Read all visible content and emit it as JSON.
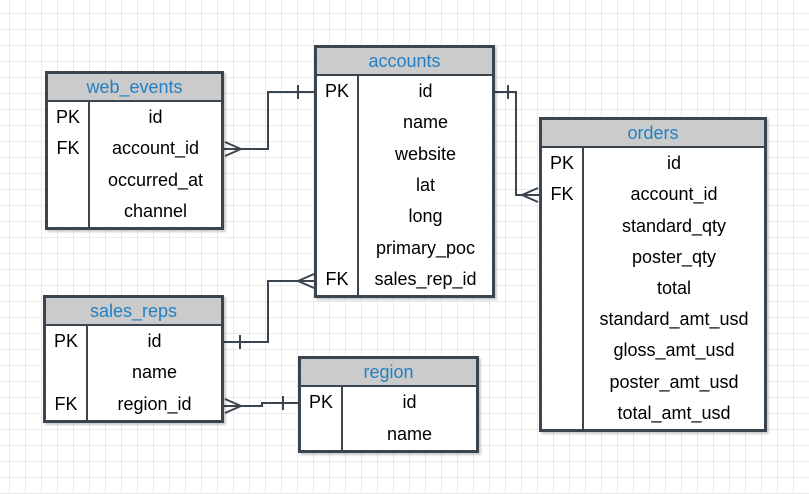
{
  "diagram": {
    "type": "entity-relationship",
    "notation": "crow's foot",
    "grid_color": "#ebebeb",
    "colors": {
      "table_border": "#3a4550",
      "header_fill": "#cbcbcb",
      "title_text": "#2380c4",
      "field_text": "#000000",
      "connector": "#3a4550"
    }
  },
  "entities": [
    {
      "title": "web_events",
      "rows": [
        {
          "key": "PK",
          "field": "id"
        },
        {
          "key": "FK",
          "field": "account_id"
        },
        {
          "key": "",
          "field": "occurred_at"
        },
        {
          "key": "",
          "field": "channel"
        }
      ]
    },
    {
      "title": "accounts",
      "rows": [
        {
          "key": "PK",
          "field": "id"
        },
        {
          "key": "",
          "field": "name"
        },
        {
          "key": "",
          "field": "website"
        },
        {
          "key": "",
          "field": "lat"
        },
        {
          "key": "",
          "field": "long"
        },
        {
          "key": "",
          "field": "primary_poc"
        },
        {
          "key": "FK",
          "field": "sales_rep_id"
        }
      ]
    },
    {
      "title": "orders",
      "rows": [
        {
          "key": "PK",
          "field": "id"
        },
        {
          "key": "FK",
          "field": "account_id"
        },
        {
          "key": "",
          "field": "standard_qty"
        },
        {
          "key": "",
          "field": "poster_qty"
        },
        {
          "key": "",
          "field": "total"
        },
        {
          "key": "",
          "field": "standard_amt_usd"
        },
        {
          "key": "",
          "field": "gloss_amt_usd"
        },
        {
          "key": "",
          "field": "poster_amt_usd"
        },
        {
          "key": "",
          "field": "total_amt_usd"
        }
      ]
    },
    {
      "title": "sales_reps",
      "rows": [
        {
          "key": "PK",
          "field": "id"
        },
        {
          "key": "",
          "field": "name"
        },
        {
          "key": "FK",
          "field": "region_id"
        }
      ]
    },
    {
      "title": "region",
      "rows": [
        {
          "key": "PK",
          "field": "id"
        },
        {
          "key": "",
          "field": "name"
        }
      ]
    }
  ],
  "relationships": [
    {
      "from": "web_events.account_id",
      "from_cardinality": "many",
      "to": "accounts.id",
      "to_cardinality": "one"
    },
    {
      "from": "orders.account_id",
      "from_cardinality": "many",
      "to": "accounts.id",
      "to_cardinality": "one"
    },
    {
      "from": "accounts.sales_rep_id",
      "from_cardinality": "many",
      "to": "sales_reps.id",
      "to_cardinality": "one"
    },
    {
      "from": "sales_reps.region_id",
      "from_cardinality": "many",
      "to": "region.id",
      "to_cardinality": "one"
    }
  ]
}
